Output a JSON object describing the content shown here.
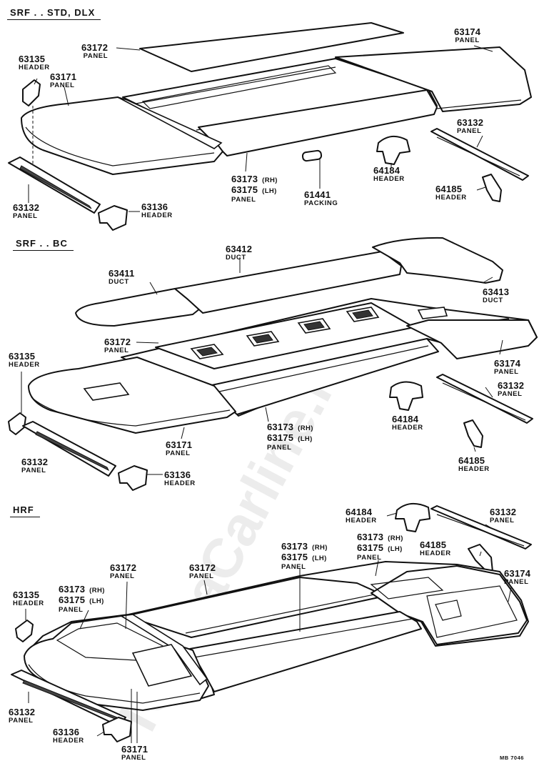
{
  "sections": [
    {
      "title": "SRF . . STD, DLX"
    },
    {
      "title": "SRF . . BC"
    },
    {
      "title": "HRF"
    }
  ],
  "labels": {
    "s1": [
      {
        "number": "63172",
        "name": "PANEL"
      },
      {
        "number": "63174",
        "name": "PANEL"
      },
      {
        "number": "63135",
        "name": "HEADER"
      },
      {
        "number": "63171",
        "name": "PANEL"
      },
      {
        "number": "63132",
        "name": "PANEL"
      },
      {
        "number": "64184",
        "name": "HEADER"
      },
      {
        "number": "64185",
        "name": "HEADER"
      },
      {
        "number": "63173",
        "side": "(RH)"
      },
      {
        "number": "63175",
        "side": "(LH)",
        "name": "PANEL"
      },
      {
        "number": "61441",
        "name": "PACKING"
      },
      {
        "number": "63132",
        "name": "PANEL"
      },
      {
        "number": "63136",
        "name": "HEADER"
      }
    ],
    "s2": [
      {
        "number": "63412",
        "name": "DUCT"
      },
      {
        "number": "63411",
        "name": "DUCT"
      },
      {
        "number": "63413",
        "name": "DUCT"
      },
      {
        "number": "63172",
        "name": "PANEL"
      },
      {
        "number": "63135",
        "name": "HEADER"
      },
      {
        "number": "63174",
        "name": "PANEL"
      },
      {
        "number": "63132",
        "name": "PANEL"
      },
      {
        "number": "64184",
        "name": "HEADER"
      },
      {
        "number": "63173",
        "side": "(RH)"
      },
      {
        "number": "63175",
        "side": "(LH)",
        "name": "PANEL"
      },
      {
        "number": "63171",
        "name": "PANEL"
      },
      {
        "number": "64185",
        "name": "HEADER"
      },
      {
        "number": "63132",
        "name": "PANEL"
      },
      {
        "number": "63136",
        "name": "HEADER"
      }
    ],
    "s3": [
      {
        "number": "64184",
        "name": "HEADER"
      },
      {
        "number": "63132",
        "name": "PANEL"
      },
      {
        "number": "63173",
        "side": "(RH)"
      },
      {
        "number": "63175",
        "side": "(LH)",
        "name": "PANEL"
      },
      {
        "number": "63173",
        "side": "(RH)"
      },
      {
        "number": "63175",
        "side": "(LH)",
        "name": "PANEL"
      },
      {
        "number": "64185",
        "name": "HEADER"
      },
      {
        "number": "63172",
        "name": "PANEL"
      },
      {
        "number": "63172",
        "name": "PANEL"
      },
      {
        "number": "63174",
        "name": "PANEL"
      },
      {
        "number": "63173",
        "side": "(RH)"
      },
      {
        "number": "63175",
        "side": "(LH)",
        "name": "PANEL"
      },
      {
        "number": "63135",
        "name": "HEADER"
      },
      {
        "number": "63132",
        "name": "PANEL"
      },
      {
        "number": "63136",
        "name": "HEADER"
      },
      {
        "number": "63171",
        "name": "PANEL"
      }
    ]
  },
  "watermark": "ToyotaCarline.ru",
  "drawing_code": "MB 7046"
}
